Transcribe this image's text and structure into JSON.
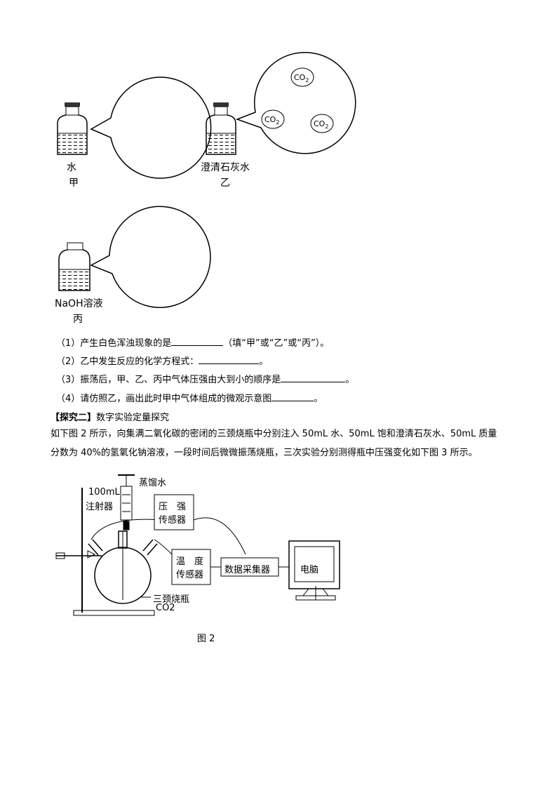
{
  "bottles": {
    "jia": {
      "solution": "水",
      "name": "甲"
    },
    "yi": {
      "solution": "澄清石灰水",
      "name": "乙",
      "molecules": [
        "CO2",
        "CO2",
        "CO2"
      ]
    },
    "bing": {
      "solution": "NaOH溶液",
      "name": "丙"
    }
  },
  "questions": [
    {
      "prefix": "（1）产生白色浑浊现象的是",
      "suffix": "（填“甲”或“乙”或“丙”）。"
    },
    {
      "prefix": "（2）乙中发生反应的化学方程式：",
      "suffix": "。"
    },
    {
      "prefix": "（3）振荡后，甲、乙、丙中气体压强由大到小的顺序是",
      "suffix": "。"
    },
    {
      "prefix": "（4）请仿照乙，画出此时甲中气体组成的微观示意图",
      "suffix": "。"
    }
  ],
  "section2": {
    "bracket_title": "【探究二】",
    "title": "数字实验定量探究",
    "para_line1": "如下图 2 所示，向集满二氧化碳的密闭的三颈烧瓶中分别注入 50mL 水、50mL 饱和澄清石灰水、50mL 质量",
    "para_line2": "分数为 40%的氢氧化钠溶液，一段时间后微微振荡烧瓶，三次实验分别测得瓶中压强变化如下图 3 所示。"
  },
  "figure2": {
    "syringe_label_1": "100mL",
    "syringe_label_2": "注射器",
    "water_label": "蒸馏水",
    "pressure_sensor_1": "压　强",
    "pressure_sensor_2": "传感器",
    "temp_sensor_1": "温　度",
    "temp_sensor_2": "传感器",
    "collector": "数据采集器",
    "computer": "电脑",
    "flask_label": "三颈烧瓶",
    "gas_label": "CO2",
    "caption": "图 2"
  }
}
